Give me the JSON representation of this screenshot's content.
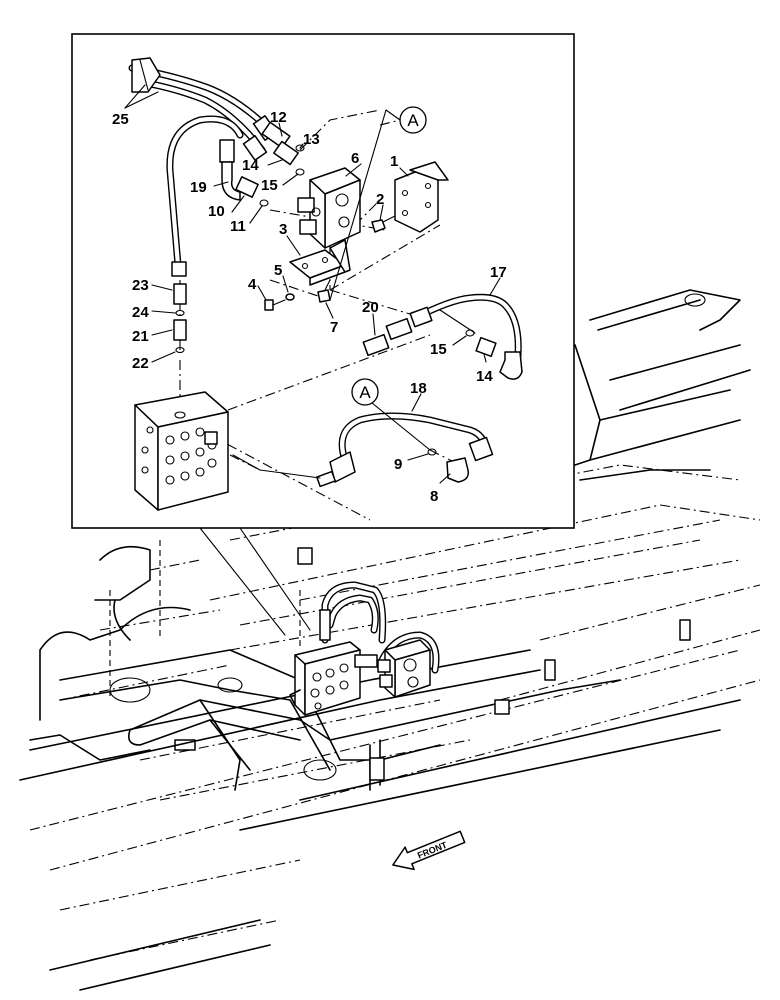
{
  "diagram": {
    "callouts": [
      "25",
      "12",
      "13",
      "6",
      "1",
      "14",
      "15",
      "19",
      "10",
      "11",
      "2",
      "3",
      "5",
      "4",
      "7",
      "23",
      "24",
      "21",
      "22",
      "20",
      "17",
      "15",
      "14",
      "18",
      "9",
      "8"
    ],
    "section_marker": "A",
    "front_label": "FRONT"
  }
}
